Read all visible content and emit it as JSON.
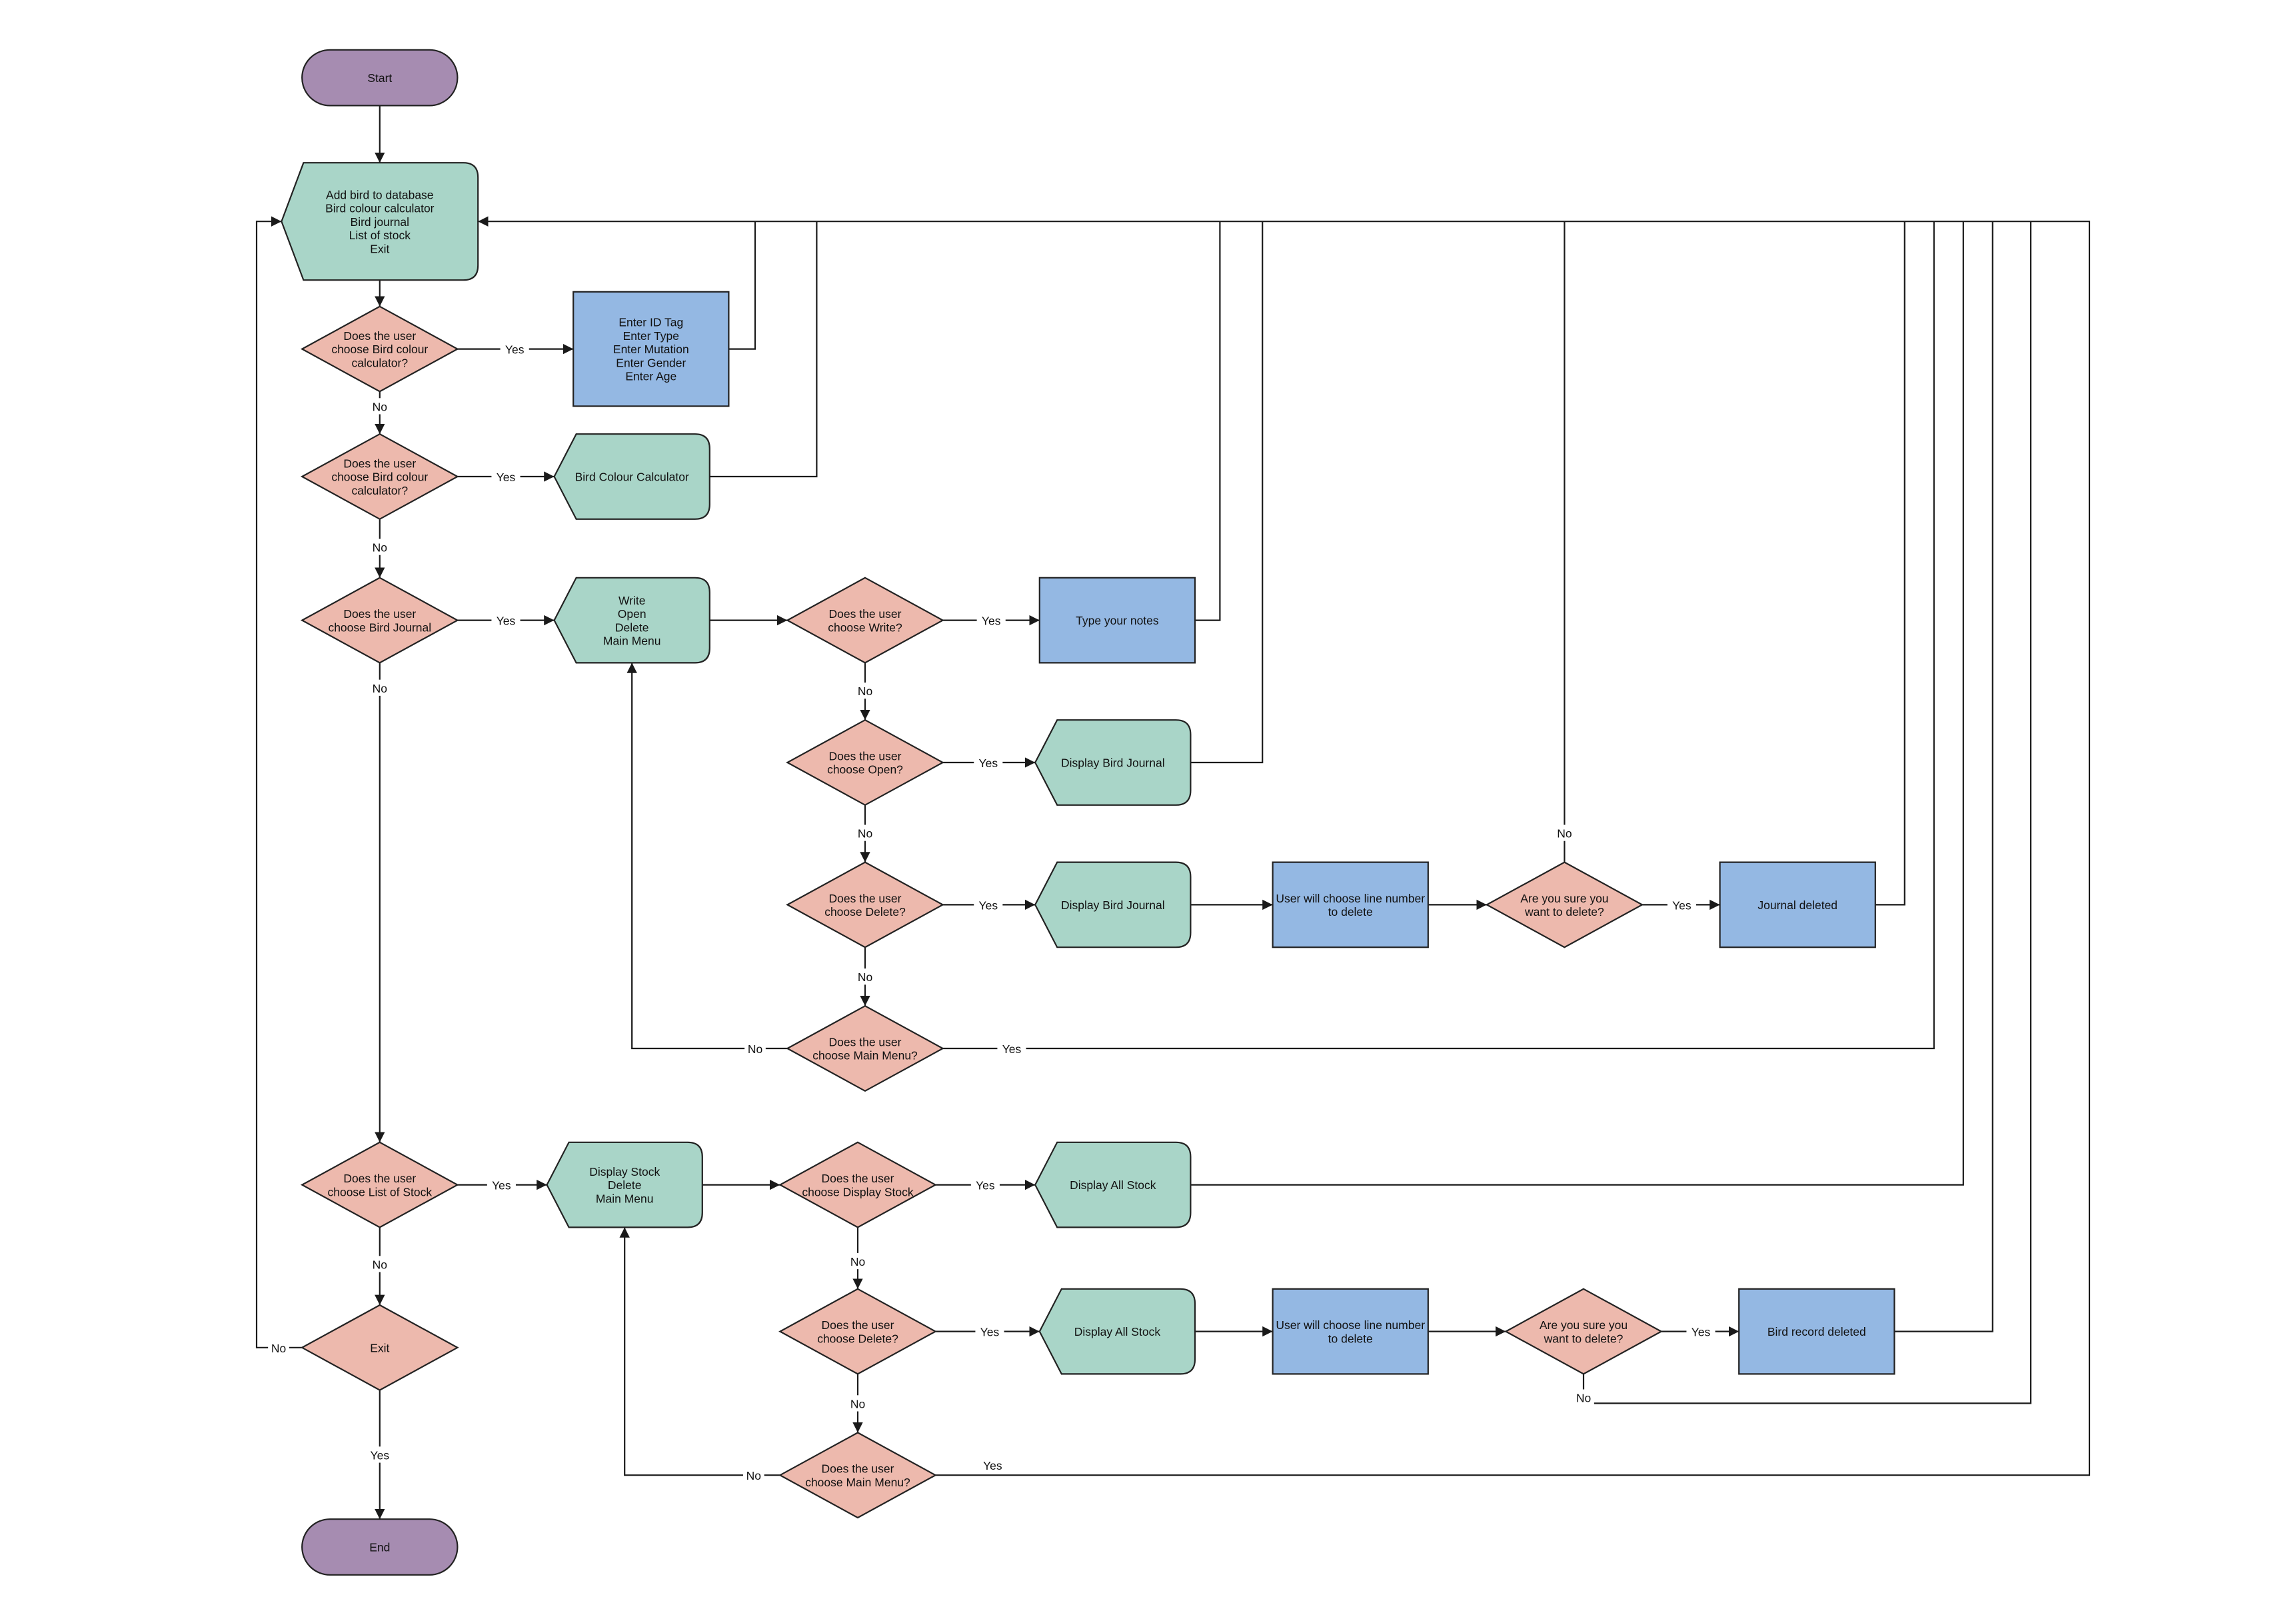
{
  "colors": {
    "terminal": "#A68CB1",
    "menu": "#A9D5C8",
    "decision": "#EDB9AD",
    "process": "#94B8E3",
    "line": "#1a1a1a"
  },
  "nodes": {
    "start": {
      "lines": [
        "Start"
      ]
    },
    "main_menu": {
      "lines": [
        "Add bird to database",
        "Bird colour calculator",
        "Bird journal",
        "List of stock",
        "Exit"
      ]
    },
    "q_add_bird": {
      "lines": [
        "Does the user",
        "choose Bird colour",
        "calculator?"
      ]
    },
    "enter_details": {
      "lines": [
        "Enter ID Tag",
        "Enter Type",
        "Enter Mutation",
        "Enter Gender",
        "Enter Age"
      ]
    },
    "q_colour_calc": {
      "lines": [
        "Does the user",
        "choose Bird colour",
        "calculator?"
      ]
    },
    "colour_calculator": {
      "lines": [
        "Bird Colour Calculator"
      ]
    },
    "q_journal": {
      "lines": [
        "Does the user",
        "choose Bird Journal"
      ]
    },
    "journal_menu": {
      "lines": [
        "Write",
        "Open",
        "Delete",
        "Main Menu"
      ]
    },
    "q_write": {
      "lines": [
        "Does the user",
        "choose Write?"
      ]
    },
    "type_notes": {
      "lines": [
        "Type your notes"
      ]
    },
    "q_open": {
      "lines": [
        "Does the user",
        "choose Open?"
      ]
    },
    "display_journal_open": {
      "lines": [
        "Display Bird Journal"
      ]
    },
    "q_delete_journal": {
      "lines": [
        "Does the user",
        "choose Delete?"
      ]
    },
    "display_journal_delete": {
      "lines": [
        "Display Bird Journal"
      ]
    },
    "choose_line_journal": {
      "lines": [
        "User will choose line number",
        "to delete"
      ]
    },
    "confirm_delete_journal": {
      "lines": [
        "Are you sure you",
        "want to delete?"
      ]
    },
    "journal_deleted": {
      "lines": [
        "Journal deleted"
      ]
    },
    "q_journal_main": {
      "lines": [
        "Does the user",
        "choose Main Menu?"
      ]
    },
    "q_stock": {
      "lines": [
        "Does the user",
        "choose List of Stock"
      ]
    },
    "stock_menu": {
      "lines": [
        "Display Stock",
        "Delete",
        "Main Menu"
      ]
    },
    "q_display_stock": {
      "lines": [
        "Does the user",
        "choose Display Stock"
      ]
    },
    "display_all_stock_1": {
      "lines": [
        "Display All Stock"
      ]
    },
    "q_delete_stock": {
      "lines": [
        "Does the user",
        "choose Delete?"
      ]
    },
    "display_all_stock_2": {
      "lines": [
        "Display All Stock"
      ]
    },
    "choose_line_stock": {
      "lines": [
        "User will choose line number",
        "to delete"
      ]
    },
    "confirm_delete_stock": {
      "lines": [
        "Are you sure you",
        "want to delete?"
      ]
    },
    "record_deleted": {
      "lines": [
        "Bird record deleted"
      ]
    },
    "q_stock_main": {
      "lines": [
        "Does the user",
        "choose Main Menu?"
      ]
    },
    "exit": {
      "lines": [
        "Exit"
      ]
    },
    "end": {
      "lines": [
        "End"
      ]
    }
  },
  "edge_labels": {
    "q_add_bird_yes": "Yes",
    "q_add_bird_no": "No",
    "q_colour_calc_yes": "Yes",
    "q_colour_calc_no": "No",
    "q_journal_yes": "Yes",
    "q_journal_no": "No",
    "q_write_yes": "Yes",
    "q_write_no": "No",
    "q_open_yes": "Yes",
    "q_open_no": "No",
    "q_delete_journal_yes": "Yes",
    "q_delete_journal_no": "No",
    "confirm_journal_no": "No",
    "confirm_journal_yes": "Yes",
    "q_journal_main_no": "No",
    "q_journal_main_yes": "Yes",
    "q_stock_yes": "Yes",
    "q_stock_no": "No",
    "q_display_stock_yes": "Yes",
    "q_display_stock_no": "No",
    "q_delete_stock_yes": "Yes",
    "q_delete_stock_no": "No",
    "confirm_stock_yes": "Yes",
    "confirm_stock_no": "No",
    "q_stock_main_no": "No",
    "q_stock_main_yes": "Yes",
    "exit_no": "No",
    "exit_yes": "Yes"
  }
}
